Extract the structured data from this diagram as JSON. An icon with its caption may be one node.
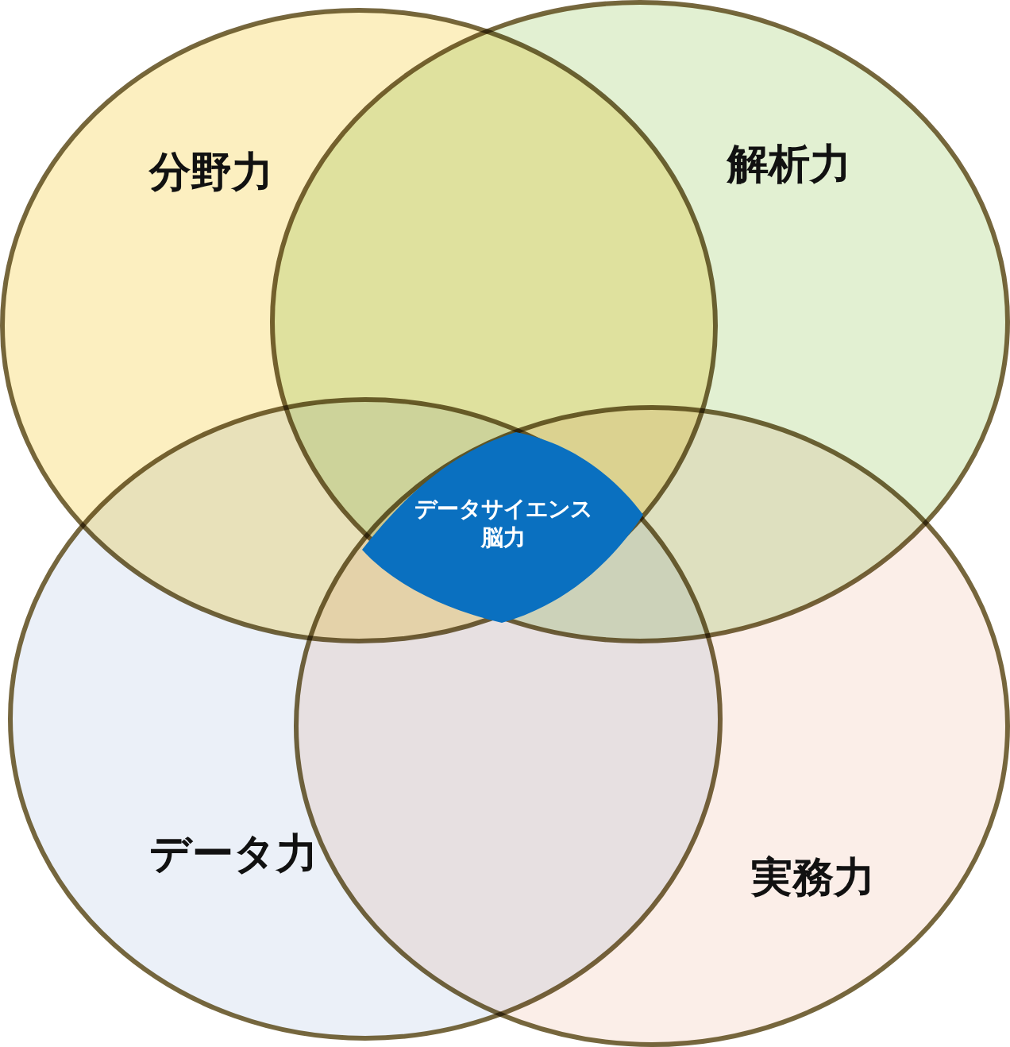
{
  "diagram": {
    "nodes": [
      {
        "text": [
          "分野力"
        ]
      },
      {
        "text": [
          "解析力"
        ]
      },
      {
        "text": [
          "データ力"
        ]
      },
      {
        "text": [
          "実務力"
        ]
      },
      {
        "text": [
          "データサイエンス脳力"
        ]
      }
    ]
  }
}
